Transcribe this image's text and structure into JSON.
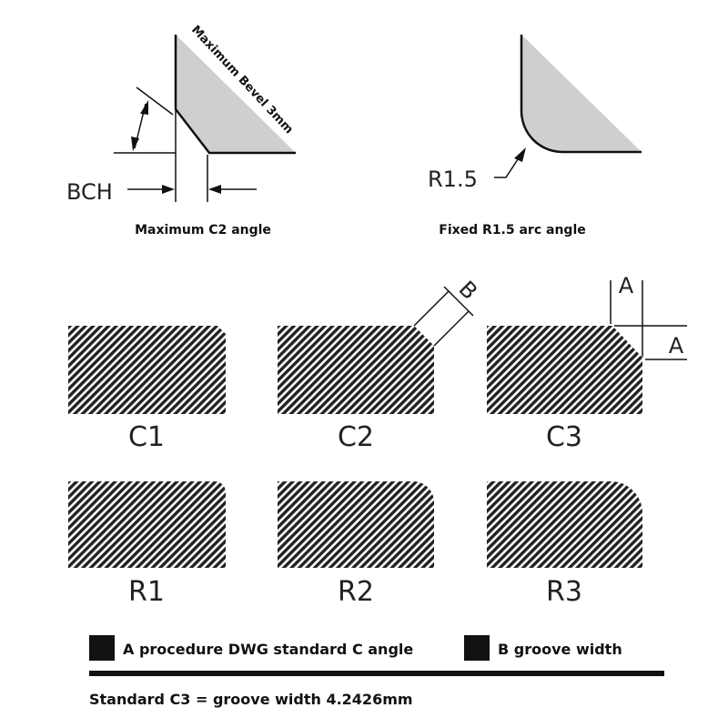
{
  "top_left": {
    "bevel_label": "Maximum Bevel 3mm",
    "dimension_label": "BCH",
    "caption": "Maximum C2 angle"
  },
  "top_right": {
    "radius_label": "R1.5",
    "caption": "Fixed R1.5 arc angle"
  },
  "profiles": {
    "c1": "C1",
    "c2": "C2",
    "c3": "C3",
    "r1": "R1",
    "r2": "R2",
    "r3": "R3",
    "c2_dim": "B",
    "c3_dim_vertical": "A",
    "c3_dim_horizontal": "A"
  },
  "legend": {
    "item_a": "A procedure DWG standard C angle",
    "item_b": "B groove width",
    "note": "Standard C3 = groove width 4.2426mm"
  },
  "colors": {
    "fill_gray": "#cfcfcf",
    "hatch": "#222222",
    "swatch": "#111111"
  }
}
